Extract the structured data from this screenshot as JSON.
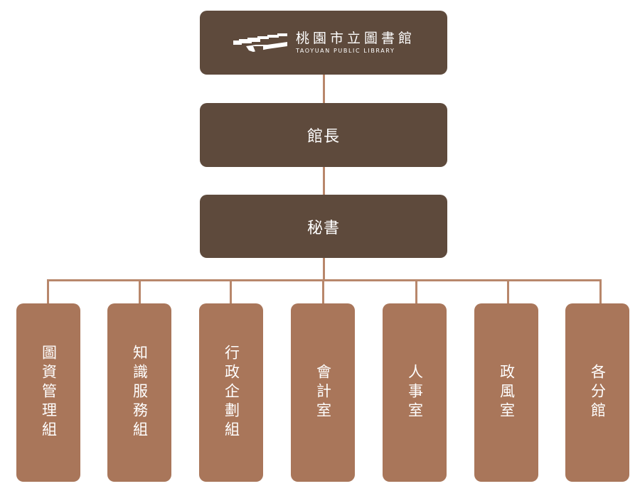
{
  "colors": {
    "dark_box": "#5e4a3c",
    "light_box": "#a9765a",
    "connector": "#b8876b"
  },
  "logo": {
    "icon": "taoyuan-library-logo-icon",
    "name_zh": "桃園市立圖書館",
    "name_en": "TAOYUAN PUBLIC LIBRARY"
  },
  "director": {
    "label": "館長"
  },
  "secretary": {
    "label": "秘書"
  },
  "units": [
    {
      "label": "圖資管理組"
    },
    {
      "label": "知識服務組"
    },
    {
      "label": "行政企劃組"
    },
    {
      "label": "會計室"
    },
    {
      "label": "人事室"
    },
    {
      "label": "政風室"
    },
    {
      "label": "各分館"
    }
  ]
}
